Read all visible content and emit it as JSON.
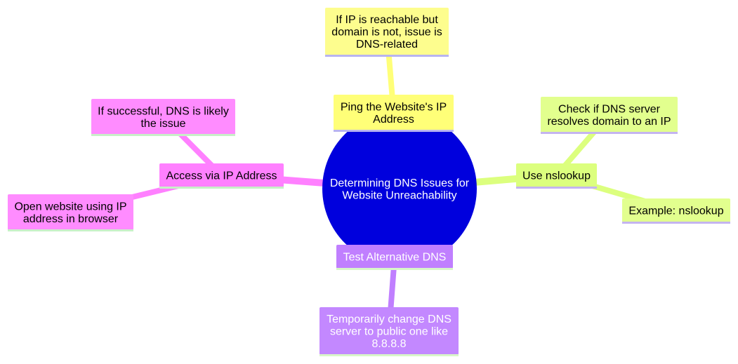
{
  "diagram": {
    "type": "mindmap",
    "root": {
      "label": [
        "Determining DNS Issues for",
        "Website Unreachability"
      ],
      "color": "#0000dd",
      "text_color": "#ffffff"
    },
    "branches": [
      {
        "id": "ping",
        "label": [
          "Ping the Website's IP",
          "Address"
        ],
        "color": "#ffff78",
        "text_color": "#000000",
        "children": [
          {
            "id": "ping-result",
            "label": [
              "If IP is reachable but",
              "domain is not, issue is",
              "DNS-related"
            ]
          }
        ]
      },
      {
        "id": "nslookup",
        "label": [
          "Use nslookup"
        ],
        "color": "#dcff7e",
        "text_color": "#000000",
        "children": [
          {
            "id": "nslookup-check",
            "label": [
              "Check if DNS server",
              "resolves domain to an IP"
            ]
          },
          {
            "id": "nslookup-example",
            "label": [
              "Example: nslookup"
            ]
          }
        ]
      },
      {
        "id": "altdns",
        "label": [
          "Test Alternative DNS"
        ],
        "color": "#c07fff",
        "text_color": "#ffffff",
        "children": [
          {
            "id": "altdns-change",
            "label": [
              "Temporarily change DNS",
              "server to public one like",
              "8.8.8.8"
            ]
          }
        ]
      },
      {
        "id": "ipaccess",
        "label": [
          "Access via IP Address"
        ],
        "color": "#ff80ff",
        "text_color": "#000000",
        "children": [
          {
            "id": "ipaccess-success",
            "label": [
              "If successful, DNS is likely",
              "the issue"
            ]
          },
          {
            "id": "ipaccess-open",
            "label": [
              "Open website using IP",
              "address in browser"
            ]
          }
        ]
      }
    ]
  }
}
